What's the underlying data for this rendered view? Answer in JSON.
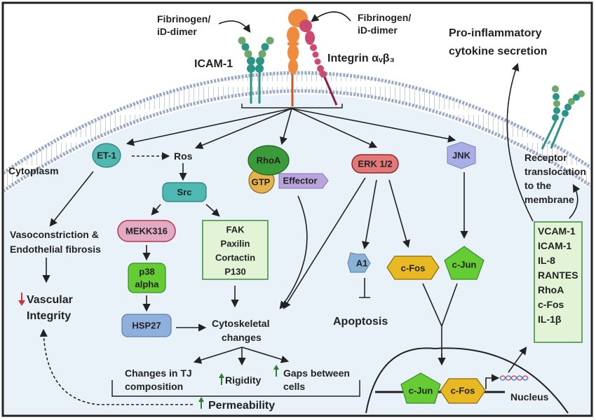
{
  "colors": {
    "cytoplasm": "#e9f1f9",
    "membrane_head": "#9aa8c6",
    "et1": "#4fb8b3",
    "src": "#4fb8b3",
    "rhoa": "#3a9b3a",
    "gtp": "#e6b24c",
    "effector": "#b9a4dd",
    "erk": "#e47878",
    "jnk": "#a9aee6",
    "mekk": "#e3aac3",
    "p38": "#66cc33",
    "hsp27": "#8fb0dd",
    "a1": "#88b3d6",
    "cfos": "#e8b923",
    "cjun": "#66cc33",
    "box_fill": "#e2f3d6",
    "box_stroke": "#3b8a3b",
    "up_arrow": "#2e7d2e",
    "down_arrow": "#cc3333",
    "icam_dark": "#2a9485",
    "icam_light": "#6ea86a",
    "integrin_alpha": "#f08a3c",
    "integrin_beta": "#cc4a70"
  },
  "labels": {
    "fibrinogen_left": [
      "Fibrinogen/",
      "iD-dimer"
    ],
    "fibrinogen_right": [
      "Fibrinogen/",
      "iD-dimer"
    ],
    "icam1": "ICAM-1",
    "integrin": "Integrin αᵥβ₃",
    "pro_inflammatory": [
      "Pro-inflammatory",
      "cytokine secretion"
    ],
    "cytoplasm": "Cytoplasm",
    "receptor_translocation": [
      "Receptor",
      "translocation",
      "to the",
      "membrane"
    ],
    "vasoconstriction": [
      "Vasoconstriction &",
      "Endothelial fibrosis"
    ],
    "vascular_integrity": [
      "Vascular",
      "Integrity"
    ],
    "cytoskeletal": [
      "Cytoskeletal",
      "changes"
    ],
    "tj_changes": [
      "Changes in TJ",
      "composition"
    ],
    "rigidity": "Rigidity",
    "gaps": [
      "Gaps between",
      "cells"
    ],
    "permeability": "Permeability",
    "apoptosis": "Apoptosis",
    "nucleus": "Nucleus",
    "ros": "Ros"
  },
  "nodes": {
    "et1": "ET-1",
    "src": "Src",
    "rhoa": "RhoA",
    "gtp": "GTP",
    "effector": "Effector",
    "erk": "ERK 1/2",
    "jnk": "JNK",
    "mekk": "MEKK316",
    "p38": [
      "p38",
      "alpha"
    ],
    "hsp27": "HSP27",
    "a1": "A1",
    "cfos": "c-Fos",
    "cjun": "c-Jun",
    "nuc_cjun": "c-Jun",
    "nuc_cfos": "c-Fos"
  },
  "fak_box": [
    "FAK",
    "Paxilin",
    "Cortactin",
    "P130"
  ],
  "cytokine_box": [
    "VCAM-1",
    "ICAM-1",
    "IL-8",
    "RANTES",
    "RhoA",
    "c-Fos",
    "IL-1β"
  ]
}
